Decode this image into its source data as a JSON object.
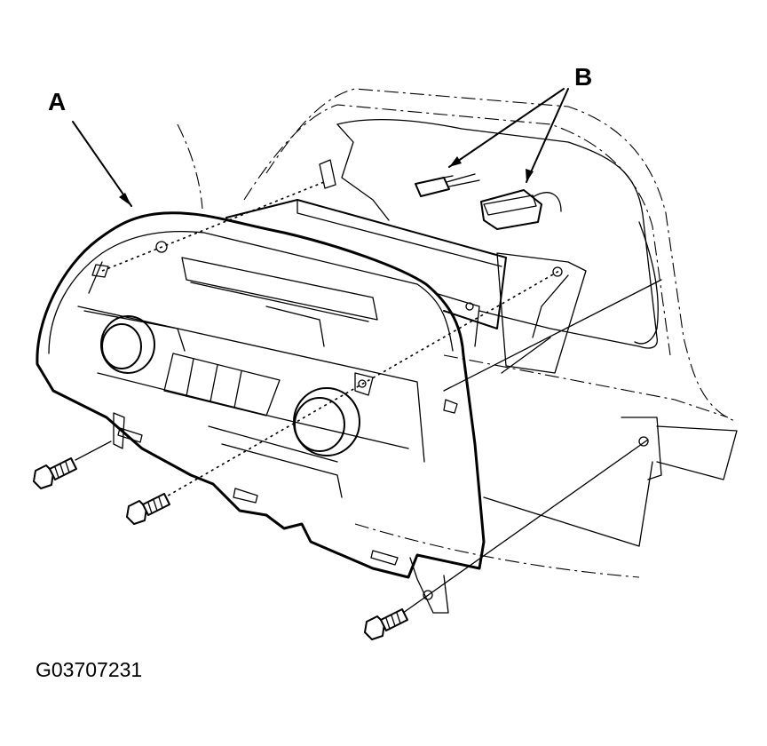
{
  "callouts": {
    "a": "A",
    "b": "B"
  },
  "figure_id": "G03707231",
  "icons": [
    "bolt-icon",
    "connector-icon",
    "arrow-icon"
  ]
}
